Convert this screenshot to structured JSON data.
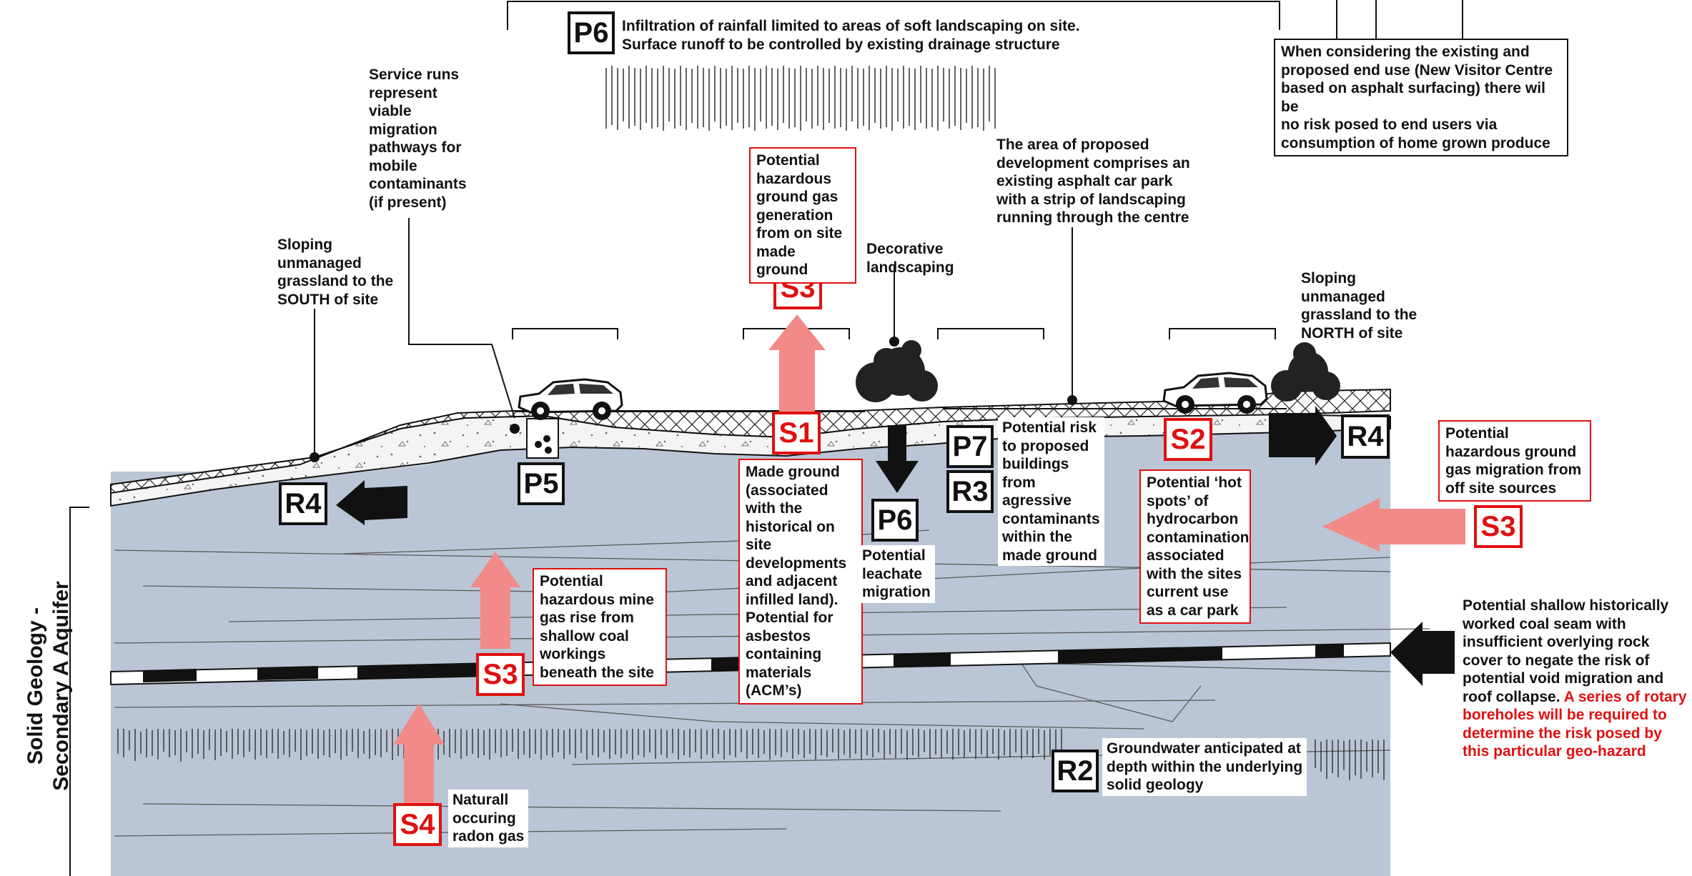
{
  "labels": {
    "p6_top": "P6",
    "s3_top": "S3",
    "s1": "S1",
    "s2": "S2",
    "p7": "P7",
    "r3": "R3",
    "r4_right": "R4",
    "s3_right": "S3",
    "r4_left": "R4",
    "p5": "P5",
    "p6_mid": "P6",
    "s3_mid": "S3",
    "s4": "S4",
    "r2": "R2"
  },
  "notes": {
    "infiltration": "Infiltration of rainfall limited to areas of soft landscaping on site.\nSurface runoff to be controlled by existing drainage structure",
    "end_use": "When considering the existing and\nproposed end use (New Visitor Centre\nbased on asphalt surfacing) there wil be\nno risk posed to end users via\nconsumption of home grown produce",
    "service_runs": "Service runs\nrepresent\nviable\nmigration\npathways for\nmobile\ncontaminants\n(if present)",
    "sloping_south": "Sloping\nunmanaged\ngrassland to the\nSOUTH of site",
    "ground_gas_onsite": "Potential\nhazardous\nground gas\ngeneration\nfrom on site\nmade ground",
    "decorative": "Decorative\nlandscaping",
    "proposed_dev": "The area of proposed\ndevelopment comprises an\nexisting asphalt car park\nwith a strip of landscaping\nrunning through the centre",
    "sloping_north": "Sloping\nunmanaged\ngrassland to the\nNORTH of site",
    "offsite_gas": "Potential\nhazardous ground\ngas migration from\noff site sources",
    "made_ground": "Made ground\n(associated\nwith the\nhistorical on\nsite\ndevelopments\nand adjacent\ninfilled land).\nPotential for\nasbestos\ncontaining\nmaterials\n(ACM’s)",
    "risk_buildings": "Potential risk\nto proposed\nbuildings\nfrom\nagressive\ncontaminants\nwithin the\nmade ground",
    "hot_spots": "Potential ‘hot\nspots’ of\nhydrocarbon\ncontamination\nassociated\nwith the sites\ncurrent use\nas a car park",
    "leachate": "Potential\nleachate\nmigration",
    "mine_gas": "Potential\nhazardous mine\ngas rise from\nshallow coal\nworkings\nbeneath the site",
    "coal_seam": "Potential shallow historically\nworked coal seam with\ninsufficient overlying rock\ncover to negate the risk of\npotential void migration and\nroof collapse. ",
    "coal_seam_red": "A series of rotary\nboreholes will be required to\ndetermine the risk posed by\nthis particular geo-hazard",
    "radon": "Naturall\noccuring\nradon gas",
    "groundwater": "Groundwater anticipated at\ndepth within the underlying\nsolid geology",
    "solid_geology": "Solid Geology -\nSecondary A Aquifer"
  },
  "colors": {
    "bedrock": "#bac6d5",
    "made_ground": "#f2f2f2",
    "hatch": "#222222",
    "arrow_red": "#f28a8a",
    "label_red": "#e01010",
    "coal_dark": "#111111"
  },
  "icons": [
    "car-icon",
    "tree-icon",
    "manhole-icon",
    "arrow-icon"
  ]
}
